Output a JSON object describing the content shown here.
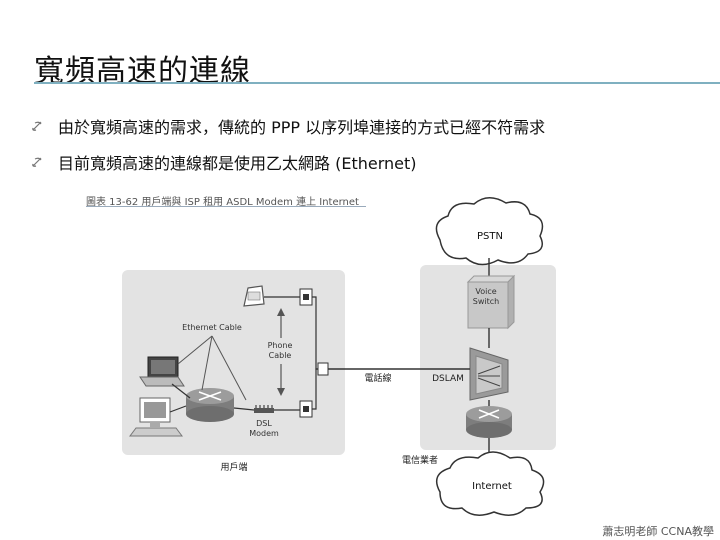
{
  "title": "寬頻高速的連線",
  "bullets": [
    "由於寬頻高速的需求，傳統的 PPP 以序列埠連接的方式已經不符需求",
    "目前寬頻高速的連線都是使用乙太網路 (Ethernet)"
  ],
  "figure": {
    "caption": "圖表 13-62 用戶端與 ISP 租用 ASDL Modem 連上 Internet",
    "labels": {
      "pstn": "PSTN",
      "voice_switch_line1": "Voice",
      "voice_switch_line2": "Switch",
      "ethernet_cable": "Ethernet Cable",
      "phone_cable_line1": "Phone",
      "phone_cable_line2": "Cable",
      "phone_line": "電話線",
      "dslam": "DSLAM",
      "dsl_modem_line1": "DSL",
      "dsl_modem_line2": "Modem",
      "customer_site": "用戶端",
      "telecom_provider": "電信業者",
      "internet": "Internet"
    },
    "colors": {
      "panel": "#e5e5e5",
      "device": "#8a8a8a",
      "line": "#333333",
      "cloud": "#ffffff"
    }
  },
  "footer": "蕭志明老師 CCNA教學"
}
